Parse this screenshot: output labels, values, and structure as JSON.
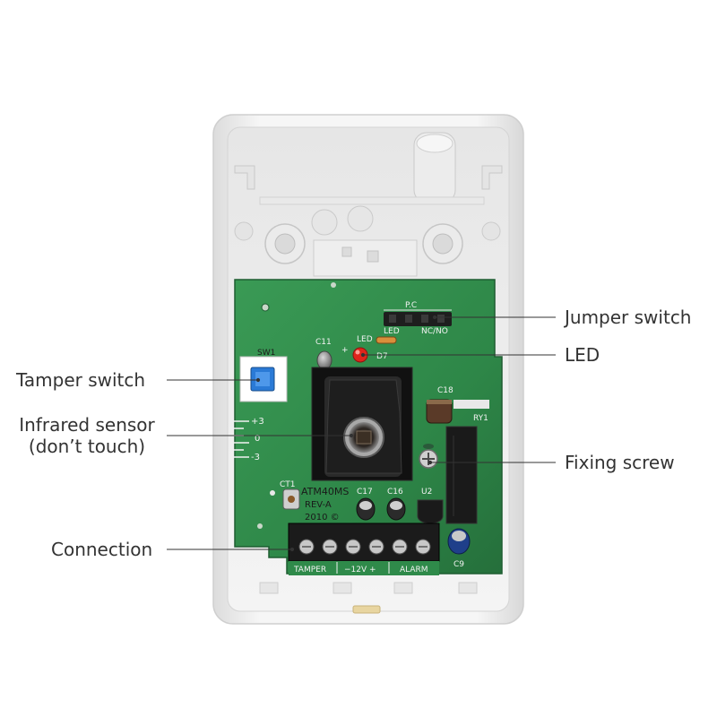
{
  "labels": {
    "jumper_switch": "Jumper switch",
    "led": "LED",
    "tamper_switch": "Tamper switch",
    "infrared_sensor_line1": "Infrared sensor",
    "infrared_sensor_line2": "(don’t touch)",
    "fixing_screw": "Fixing screw",
    "connection": "Connection"
  },
  "board_markings": {
    "pc": "P.C",
    "led": "LED",
    "ncno": "NC/NO",
    "led_top": "LED",
    "d7": "D7",
    "c11": "C11",
    "sw1": "SW1",
    "c18": "C18",
    "ry1": "RY1",
    "scale_plus": "+3",
    "scale_zero": "0",
    "scale_minus": "-3",
    "ct1": "CT1",
    "model": "ATM40MS",
    "rev": "REV-A",
    "year": "2010 ©",
    "c17": "C17",
    "c16": "C16",
    "u2": "U2",
    "c9": "C9",
    "tamper": "TAMPER",
    "power": "−12V +",
    "alarm": "ALARM"
  },
  "colors": {
    "housing": "#f2f2f2",
    "pcb": "#2f8a4a",
    "pcb_dark": "#1f6b36",
    "terminal": "#1b1b1b",
    "tamper_button": "#2a7ad6",
    "led_red": "#e0241b",
    "leader_line": "#333333"
  }
}
